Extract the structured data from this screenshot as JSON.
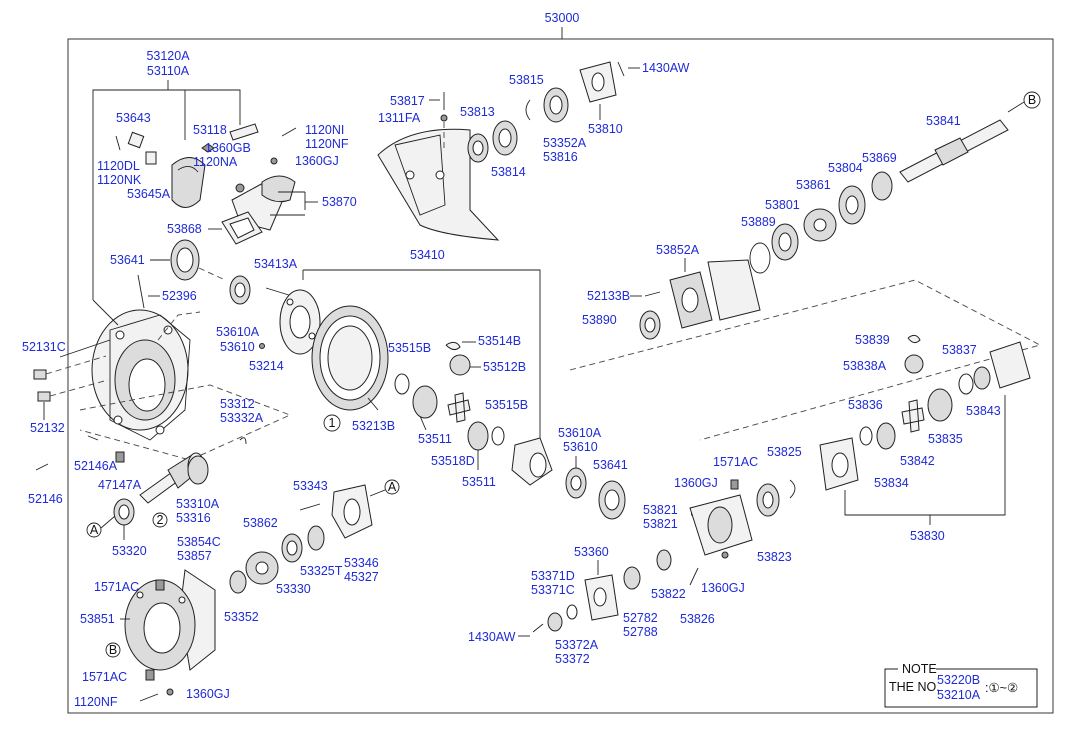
{
  "diagram": {
    "title_number": "53000",
    "note": {
      "heading": "NOTE",
      "line1_prefix": "THE NO.",
      "line1_codes": "53220B",
      "line2_codes": "53210A",
      "range_text": ":①~②"
    },
    "callouts": {
      "one": "1",
      "two": "2",
      "A": "A",
      "B": "B"
    },
    "labels": {
      "l53120A": "53120A",
      "l53110A": "53110A",
      "l53643": "53643",
      "l53118": "53118",
      "l1360GB": "1360GB",
      "l1120NA": "1120NA",
      "l1120NI": "1120NI",
      "l1120NF_top": "1120NF",
      "l1360GJ_top": "1360GJ",
      "l1120DL": "1120DL",
      "l1120NK": "1120NK",
      "l53645A": "53645A",
      "l53870": "53870",
      "l53868": "53868",
      "l53641_left": "53641",
      "l52396": "52396",
      "l53413A": "53413A",
      "l53410": "53410",
      "l53610A_left": "53610A",
      "l53610_left": "53610",
      "l53214": "53214",
      "l52131C": "52131C",
      "l52132": "52132",
      "l52146A": "52146A",
      "l52146": "52146",
      "l53312": "53312",
      "l53332A": "53332A",
      "l47147A": "47147A",
      "l53310A": "53310A",
      "l53316": "53316",
      "l53320": "53320",
      "l53213B": "53213B",
      "l53515B_a": "53515B",
      "l53514B": "53514B",
      "l53512B": "53512B",
      "l53515B_b": "53515B",
      "l53511_a": "53511",
      "l53518D": "53518D",
      "l53511_b": "53511",
      "l53610A_mid": "53610A",
      "l53610_mid": "53610",
      "l53641_mid": "53641",
      "l53343": "53343",
      "l53862": "53862",
      "l53854C": "53854C",
      "l53857": "53857",
      "l1571AC_a": "1571AC",
      "l53851": "53851",
      "l53352_bot": "53352",
      "l53330": "53330",
      "l53325T": "53325T",
      "l53346": "53346",
      "l45327": "45327",
      "l1571AC_b": "1571AC",
      "l1360GJ_bot": "1360GJ",
      "l1120NF_bot": "1120NF",
      "l53817": "53817",
      "l1311FA": "1311FA",
      "l53813": "53813",
      "l53815": "53815",
      "l1430AW_top": "1430AW",
      "l53810": "53810",
      "l53352A": "53352A",
      "l53816": "53816",
      "l53814": "53814",
      "l53841": "53841",
      "l53804": "53804",
      "l53869": "53869",
      "l53861": "53861",
      "l53801": "53801",
      "l53889": "53889",
      "l53852A": "53852A",
      "l52133B": "52133B",
      "l53890": "53890",
      "l53839": "53839",
      "l53838A": "53838A",
      "l53837": "53837",
      "l53843": "53843",
      "l53836": "53836",
      "l53835": "53835",
      "l53842": "53842",
      "l53834": "53834",
      "l53830": "53830",
      "l53825": "53825",
      "l1571AC_c": "1571AC",
      "l1360GJ_mid": "1360GJ",
      "l53821a": "53821",
      "l53821b": "53821",
      "l53823": "53823",
      "l1360GJ_r": "1360GJ",
      "l53826": "53826",
      "l53822": "53822",
      "l52782": "52782",
      "l52788": "52788",
      "l53360": "53360",
      "l53371D": "53371D",
      "l53371C": "53371C",
      "l53372A": "53372A",
      "l53372": "53372",
      "l1430AW_bot": "1430AW"
    }
  },
  "colors": {
    "part_number": "#1f2bd6",
    "line": "#222222",
    "background": "#ffffff"
  }
}
